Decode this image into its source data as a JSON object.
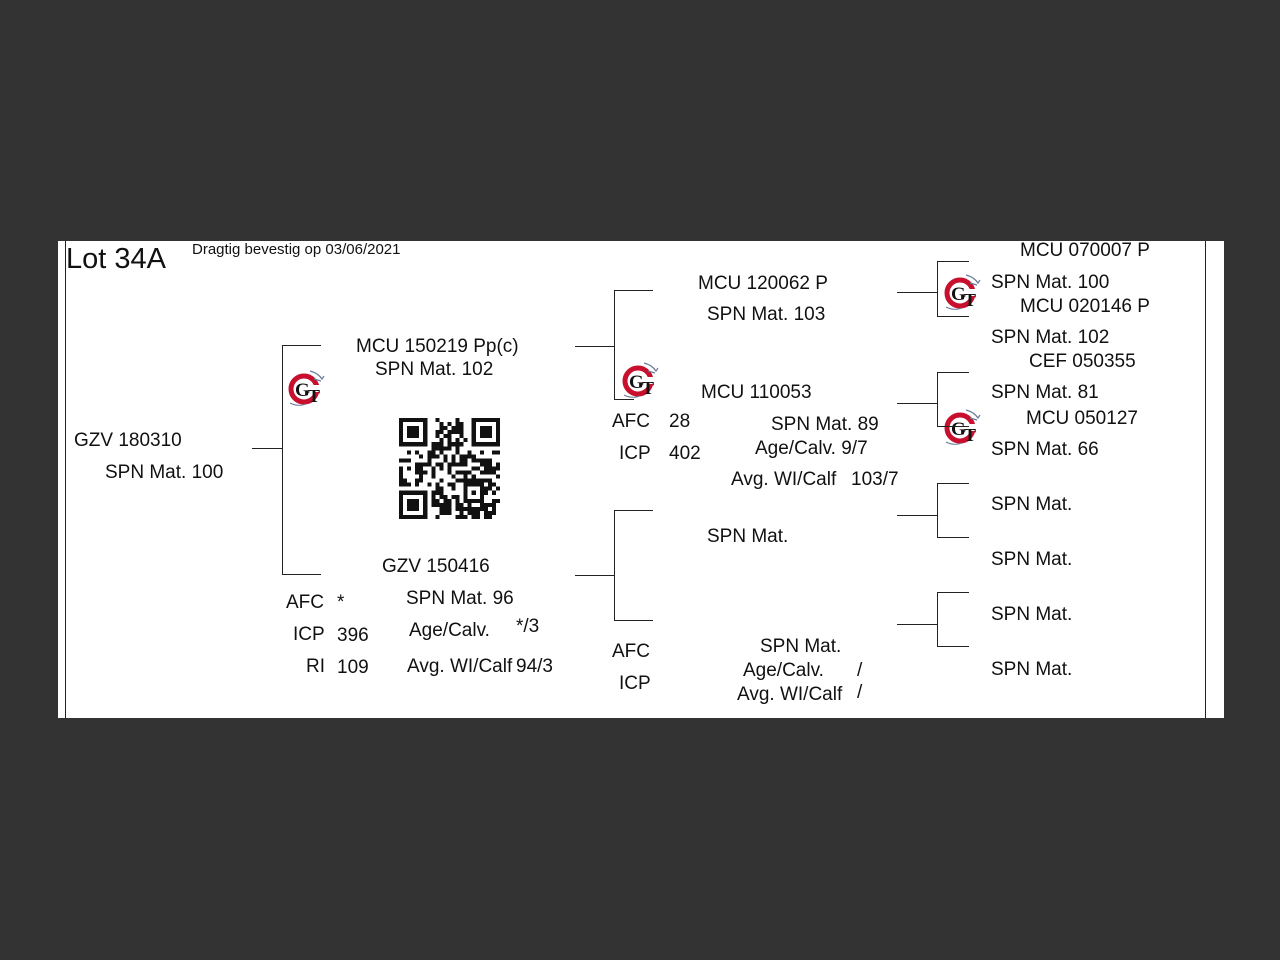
{
  "header": {
    "lot": "Lot 34A",
    "note": "Dragtig bevestig op 03/06/2021"
  },
  "animal": {
    "id": "GZV 180310",
    "spn": "SPN Mat. 100"
  },
  "sire": {
    "id": "MCU 150219  Pp(c)",
    "spn": "SPN Mat. 102"
  },
  "dam": {
    "id": "GZV 150416",
    "spn": "SPN Mat. 96",
    "afc_label": "AFC",
    "afc_value": "*",
    "icp_label": "ICP",
    "icp_value": "396",
    "ri_label": "RI",
    "ri_value": "109",
    "age_label": "Age/Calv.",
    "age_value": "*/3",
    "wi_label": "Avg. WI/Calf",
    "wi_value": "94/3"
  },
  "sire_sire": {
    "id": "MCU 120062  P",
    "spn": "SPN Mat. 103"
  },
  "sire_dam": {
    "id": "MCU 110053",
    "afc_label": "AFC",
    "afc_value": "28",
    "icp_label": "ICP",
    "icp_value": "402",
    "spn": "SPN Mat. 89",
    "age": "Age/Calv.  9/7",
    "wi_label": "Avg. WI/Calf",
    "wi_value": "103/7"
  },
  "dam_sire": {
    "spn": "SPN Mat."
  },
  "dam_dam": {
    "afc_label": "AFC",
    "icp_label": "ICP",
    "spn": "SPN Mat.",
    "age_label": "Age/Calv.",
    "age_value": "/",
    "wi_label": "Avg. WI/Calf",
    "wi_value": "/"
  },
  "ggp": [
    {
      "id": "MCU 070007  P",
      "spn": "SPN Mat. 100"
    },
    {
      "id": "MCU 020146  P",
      "spn": "SPN Mat. 102"
    },
    {
      "id": "CEF 050355",
      "spn": "SPN Mat. 81"
    },
    {
      "id": "MCU 050127",
      "spn": "SPN Mat. 66"
    },
    {
      "spn": "SPN Mat."
    },
    {
      "spn": "SPN Mat."
    },
    {
      "spn": "SPN Mat."
    },
    {
      "spn": "SPN Mat."
    }
  ],
  "logo_text": "GT",
  "colors": {
    "background": "#333333",
    "paper": "#ffffff",
    "logo_red": "#c8102e"
  }
}
